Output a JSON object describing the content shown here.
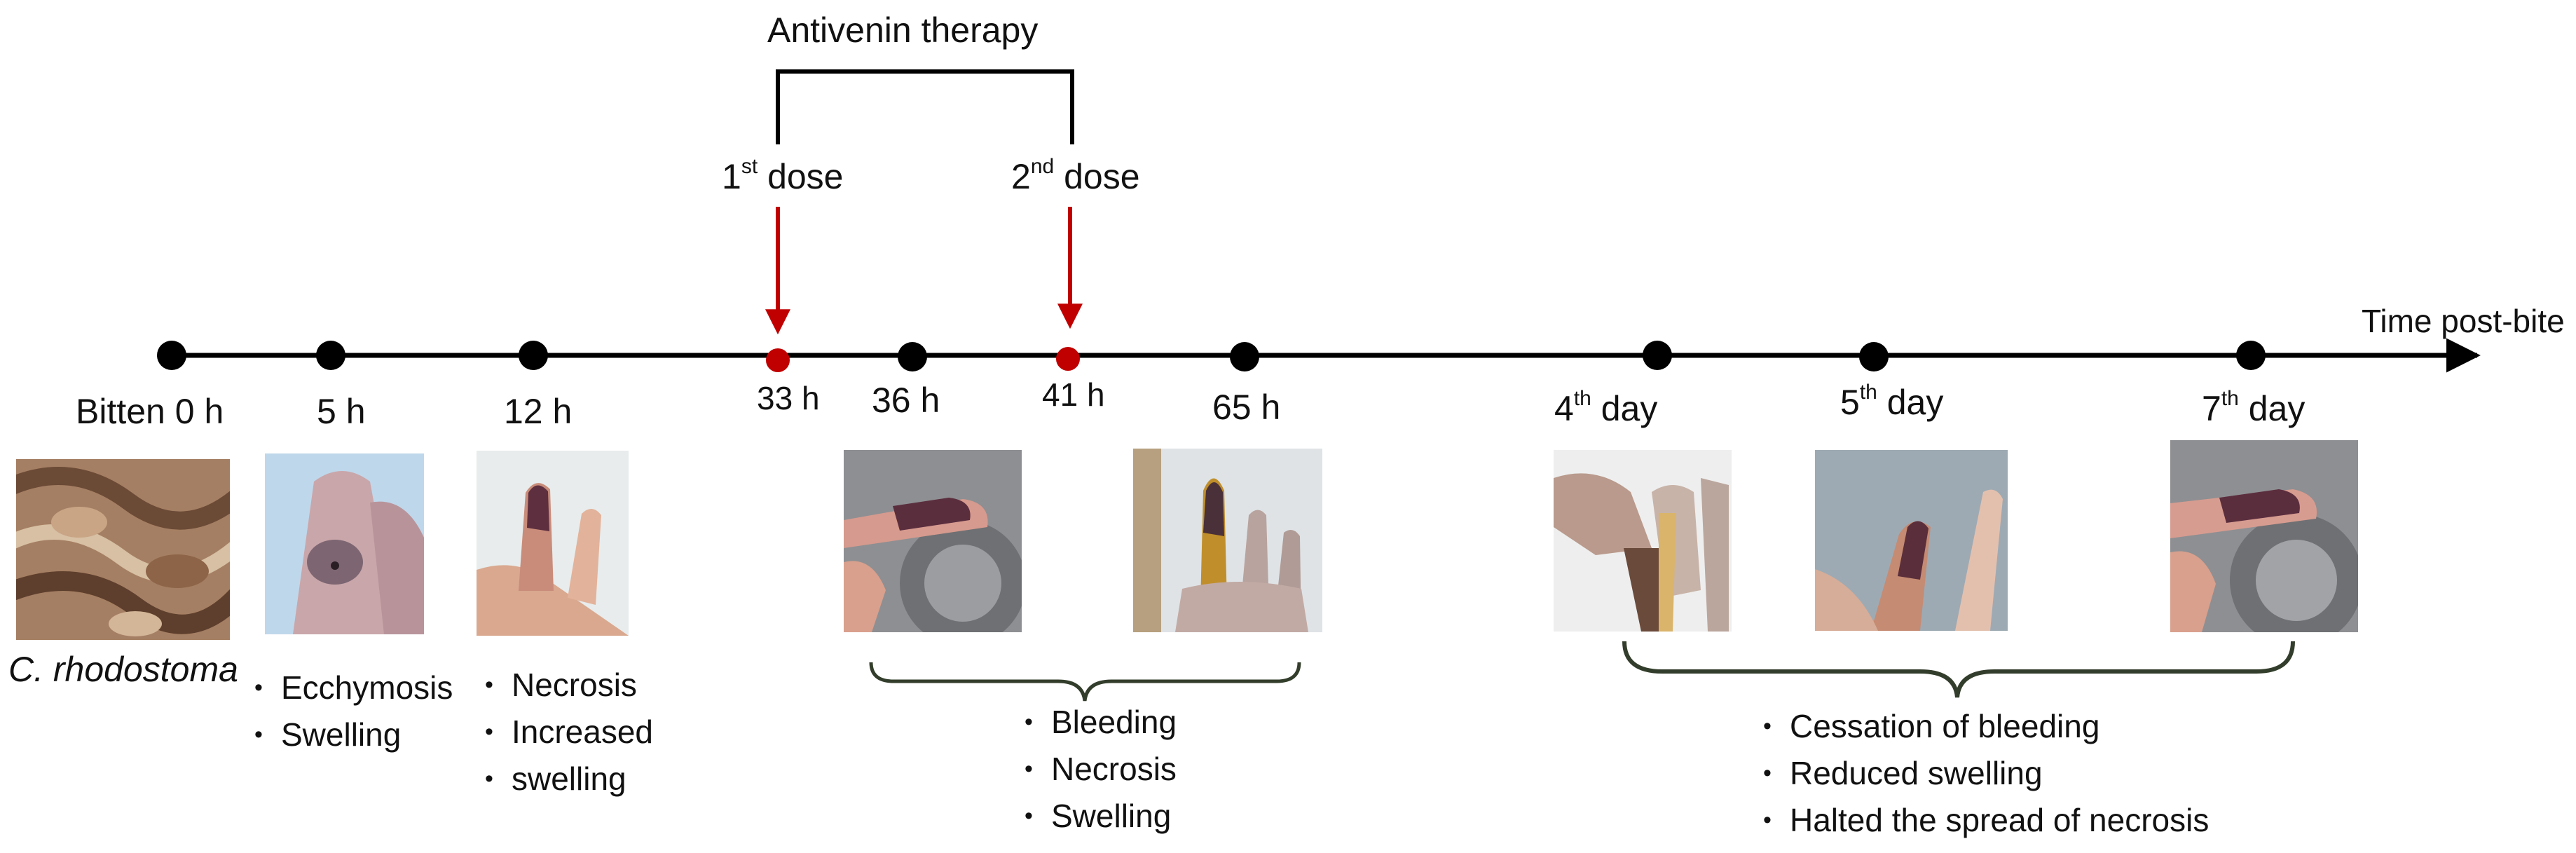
{
  "therapy": {
    "title": "Antivenin therapy",
    "dose1_num": "1",
    "dose1_sup": "st",
    "dose1_text": "dose",
    "dose2_num": "2",
    "dose2_sup": "nd",
    "dose2_text": "dose"
  },
  "axis": {
    "label": "Time post-bite"
  },
  "timepoints": {
    "bitten": "Bitten 0 h",
    "t5": "5 h",
    "t12": "12 h",
    "t33": "33 h",
    "t36": "36 h",
    "t41": "41 h",
    "t65": "65 h",
    "d4_num": "4",
    "d4_sup": "th",
    "d4_text": "day",
    "d5_num": "5",
    "d5_sup": "th",
    "d5_text": "day",
    "d7_num": "7",
    "d7_sup": "th",
    "d7_text": "day"
  },
  "snake_label": "C. rhodostoma",
  "observations": {
    "h5": [
      "Ecchymosis",
      "Swelling"
    ],
    "h12": [
      "Necrosis",
      "Increased",
      "swelling"
    ],
    "h36_65": [
      "Bleeding",
      "Necrosis",
      "Swelling"
    ],
    "days": [
      "Cessation of bleeding",
      "Reduced swelling",
      "Halted the spread of necrosis"
    ]
  },
  "colors": {
    "timeline": "#000000",
    "dose_marker": "#c00000",
    "brace": "#333d2b"
  }
}
